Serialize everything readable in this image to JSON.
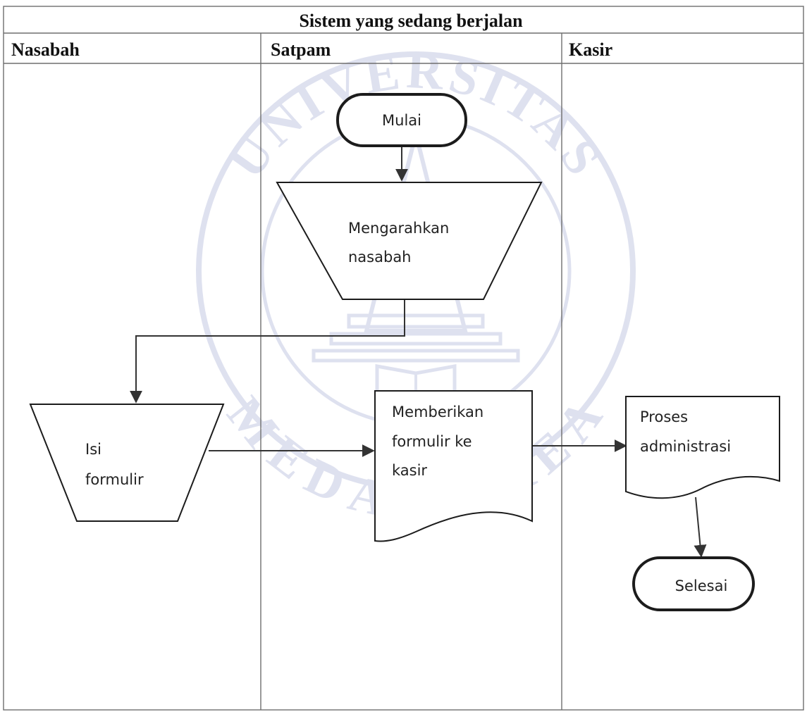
{
  "diagram": {
    "title": "Sistem yang sedang berjalan",
    "lanes": {
      "nasabah": "Nasabah",
      "satpam": "Satpam",
      "kasir": "Kasir"
    },
    "nodes": {
      "start": "Mulai",
      "direct_line1": "Mengarahkan",
      "direct_line2": "nasabah",
      "fill_line1": "Isi",
      "fill_line2": "formulir",
      "give_line1": "Memberikan",
      "give_line2": "formulir ke",
      "give_line3": "kasir",
      "process_line1": "Proses",
      "process_line2": "administrasi",
      "end": "Selesai"
    },
    "watermark": {
      "top_arc": "UNIVERSITAS",
      "bottom_arc": "MEDAN AREA",
      "letters": [
        "U",
        "M",
        "A"
      ]
    }
  }
}
